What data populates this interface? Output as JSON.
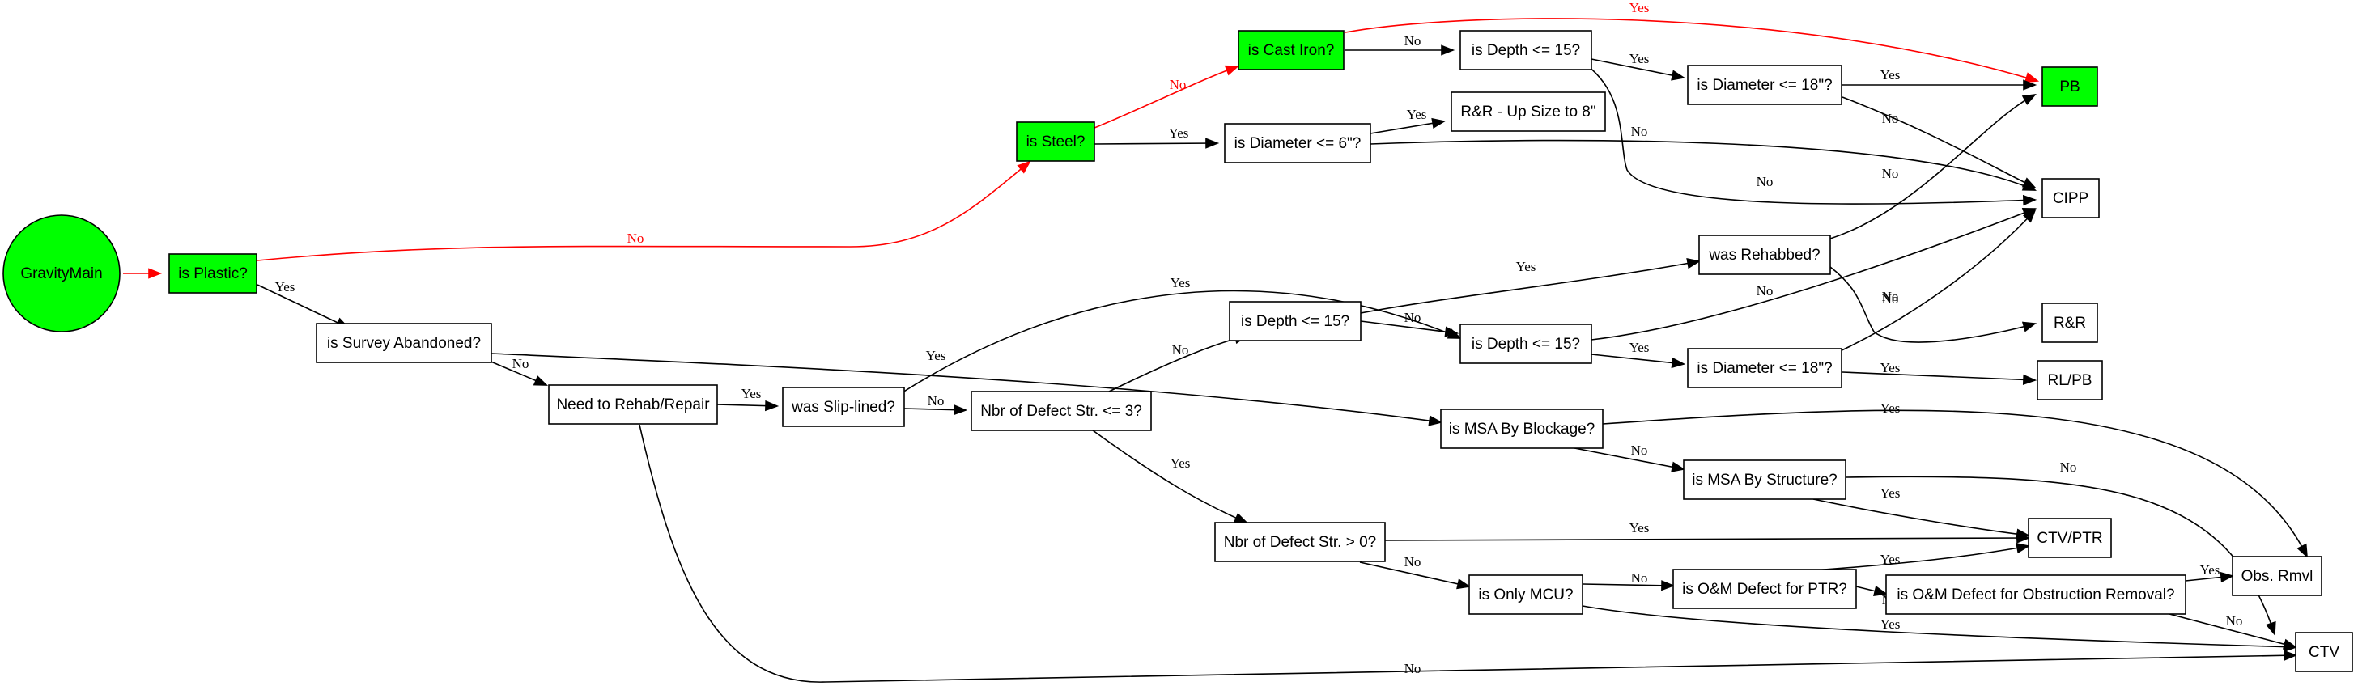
{
  "colors": {
    "highlight": "#00ff00",
    "highlight_edge": "#ff0000",
    "default": "#000000",
    "background": "#ffffff"
  },
  "nodes": {
    "gravitymain": "GravityMain",
    "is_plastic": "is Plastic?",
    "is_steel": "is Steel?",
    "is_cast_iron": "is Cast Iron?",
    "depth_15_a": "is Depth <= 15?",
    "diameter_18_a": "is Diameter <= 18\"?",
    "pb": "PB",
    "diameter_6": "is Diameter <= 6\"?",
    "rr_upsize": "R&R - Up Size to 8\"",
    "cipp": "CIPP",
    "survey_abandoned": "is Survey Abandoned?",
    "need_rehab": "Need to Rehab/Repair",
    "slip_lined": "was Slip-lined?",
    "defect_le3": "Nbr of Defect Str. <= 3?",
    "depth_15_b": "is Depth <= 15?",
    "depth_15_c": "is Depth <= 15?",
    "was_rehabbed": "was Rehabbed?",
    "diameter_18_b": "is Diameter <= 18\"?",
    "rr": "R&R",
    "rlpb": "RL/PB",
    "msa_blockage": "is MSA By Blockage?",
    "msa_structure": "is MSA By Structure?",
    "defect_gt0": "Nbr of Defect Str. > 0?",
    "only_mcu": "is Only MCU?",
    "om_ptr": "is O&M Defect for PTR?",
    "ctv_ptr": "CTV/PTR",
    "om_obstruction": "is O&M Defect for Obstruction Removal?",
    "obs_rmvl": "Obs. Rmvl",
    "ctv": "CTV"
  },
  "edge_labels": {
    "yes": "Yes",
    "no": "No"
  }
}
